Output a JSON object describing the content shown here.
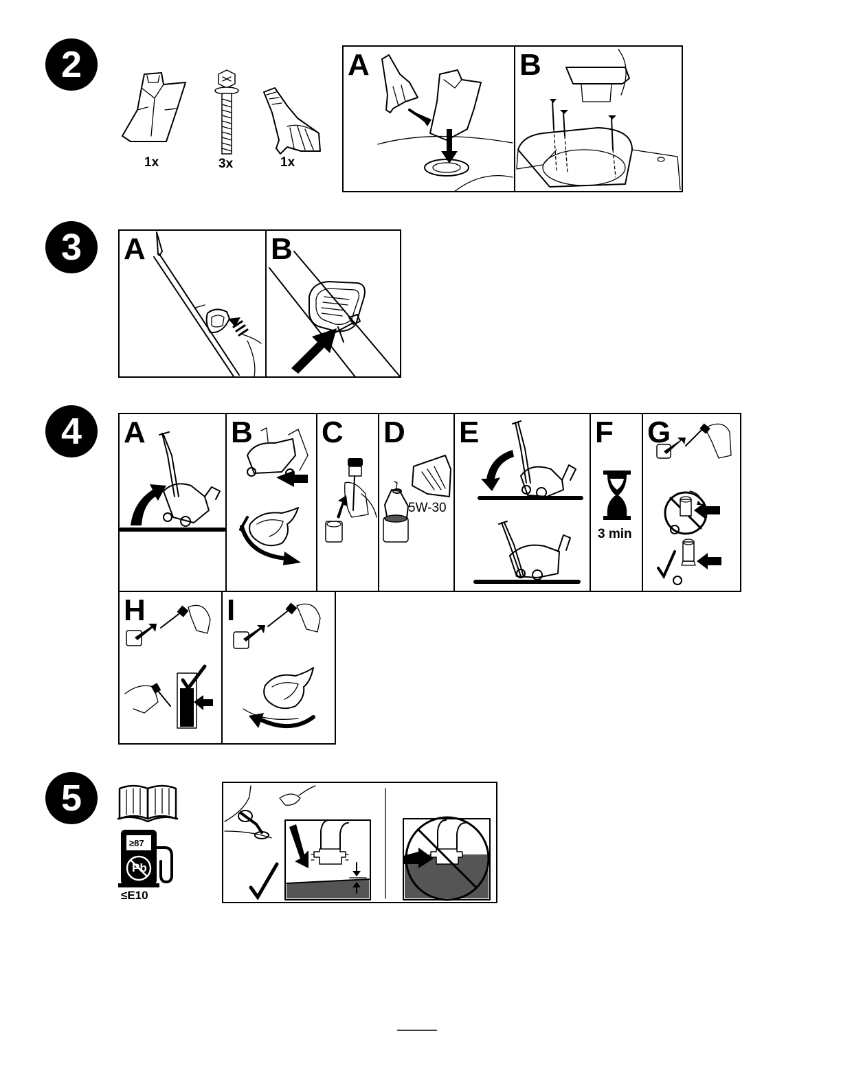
{
  "steps": {
    "step2": {
      "number": "2"
    },
    "step3": {
      "number": "3"
    },
    "step4": {
      "number": "4"
    },
    "step5": {
      "number": "5"
    }
  },
  "step2": {
    "parts": [
      {
        "qty": "1x",
        "icon": "chute-part-icon"
      },
      {
        "qty": "3x",
        "icon": "bolt-icon"
      },
      {
        "qty": "1x",
        "icon": "chute-deflector-icon"
      }
    ],
    "panels": [
      {
        "label": "A"
      },
      {
        "label": "B"
      }
    ]
  },
  "step3": {
    "panels": [
      {
        "label": "A"
      },
      {
        "label": "B"
      }
    ]
  },
  "step4": {
    "panels": [
      {
        "label": "A"
      },
      {
        "label": "B"
      },
      {
        "label": "C"
      },
      {
        "label": "D",
        "text": "5W-30"
      },
      {
        "label": "E"
      },
      {
        "label": "F",
        "text": "3 min"
      },
      {
        "label": "G"
      },
      {
        "label": "H"
      },
      {
        "label": "I"
      }
    ]
  },
  "step5": {
    "fuel_octane": "≥87",
    "fuel_lead": "Pb",
    "fuel_ethanol": "≤E10",
    "icons": [
      "manual-book-icon",
      "fuel-pump-icon",
      "checkmark-icon",
      "prohibited-icon"
    ]
  }
}
